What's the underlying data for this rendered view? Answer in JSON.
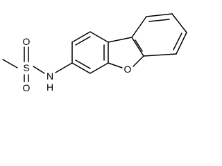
{
  "molecule": {
    "atoms": {
      "sulfur": "S",
      "oxygen_top": "O",
      "oxygen_bottom": "O",
      "nitrogen": "N",
      "hydrogen": "H",
      "ring_oxygen": "O"
    }
  },
  "colors": {
    "bond": "#000000",
    "background": "#ffffff"
  }
}
